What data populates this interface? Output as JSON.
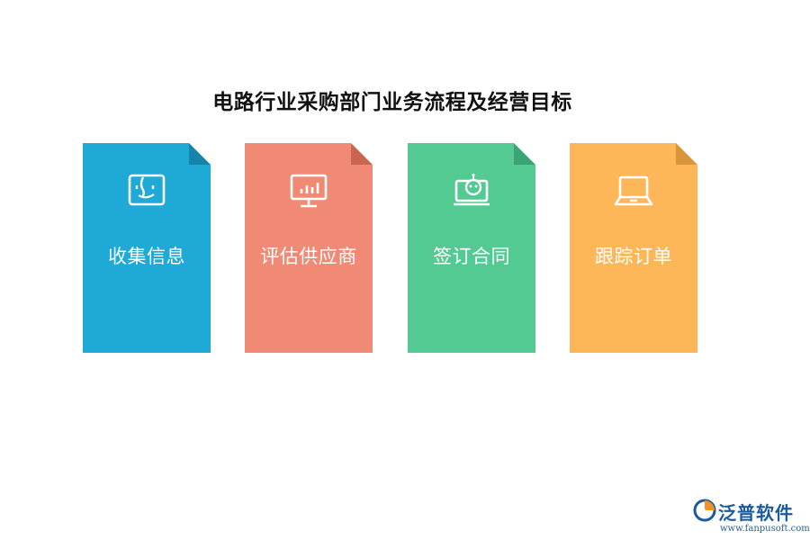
{
  "title": "电路行业采购部门业务流程及经营目标",
  "steps": [
    {
      "label": "收集信息",
      "icon": "face-screen-icon",
      "color": "#1ea9d6",
      "fold_color": "#1683a8"
    },
    {
      "label": "评估供应商",
      "icon": "monitor-chart-icon",
      "color": "#f18a74",
      "fold_color": "#c9664f"
    },
    {
      "label": "签订合同",
      "icon": "laptop-robot-icon",
      "color": "#52ca92",
      "fold_color": "#3aa475"
    },
    {
      "label": "跟踪订单",
      "icon": "laptop-icon",
      "color": "#feb758",
      "fold_color": "#d9953c"
    }
  ],
  "logo": {
    "name": "泛普软件",
    "url": "www.fanpusoft.com",
    "color": "#1c5a9c"
  }
}
